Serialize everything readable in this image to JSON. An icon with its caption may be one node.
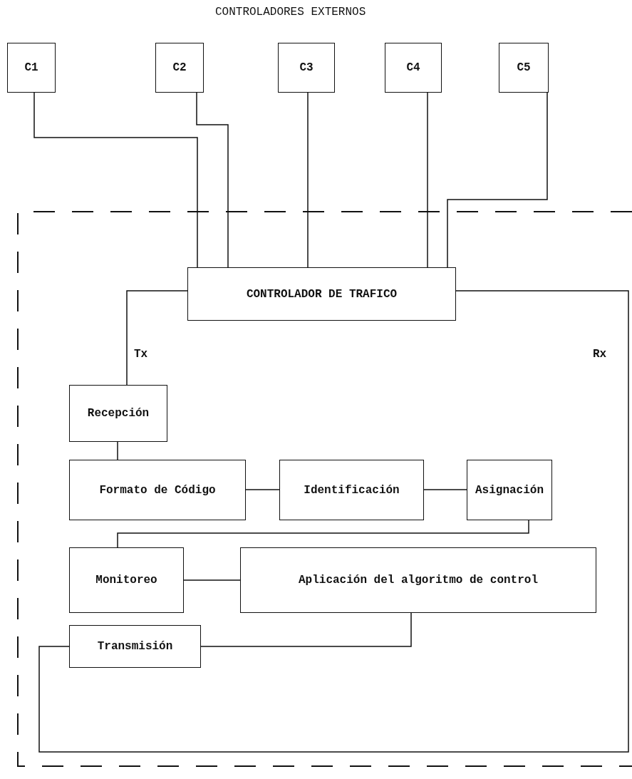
{
  "diagram": {
    "title": "CONTROLADORES EXTERNOS",
    "nodes": [
      {
        "text": [
          "C1"
        ]
      },
      {
        "text": [
          "C2"
        ]
      },
      {
        "text": [
          "C3"
        ]
      },
      {
        "text": [
          "C4"
        ]
      },
      {
        "text": [
          "C5"
        ]
      },
      {
        "text": [
          "CONTROLADOR DE TRAFICO"
        ]
      },
      {
        "text": [
          "Recepción"
        ]
      },
      {
        "text": [
          "Formato de Código"
        ]
      },
      {
        "text": [
          "Identificación"
        ]
      },
      {
        "text": [
          "Asignación"
        ]
      },
      {
        "text": [
          "Monitoreo"
        ]
      },
      {
        "text": [
          "Aplicación del algoritmo de control"
        ]
      },
      {
        "text": [
          "Transmisión"
        ]
      }
    ],
    "edges": [
      {
        "from": 0,
        "to": 5,
        "arrow": "none"
      },
      {
        "from": 1,
        "to": 5,
        "arrow": "none"
      },
      {
        "from": 2,
        "to": 5,
        "arrow": "none"
      },
      {
        "from": 3,
        "to": 5,
        "arrow": "none"
      },
      {
        "from": 4,
        "to": 5,
        "arrow": "none"
      },
      {
        "from": 5,
        "to": 6,
        "arrow": "none",
        "label": "Tx"
      },
      {
        "from": 5,
        "to": 12,
        "arrow": "none",
        "label": "Rx"
      },
      {
        "from": 6,
        "to": 7,
        "arrow": "none"
      },
      {
        "from": 7,
        "to": 8,
        "arrow": "none"
      },
      {
        "from": 8,
        "to": 9,
        "arrow": "none"
      },
      {
        "from": 9,
        "to": 10,
        "arrow": "none"
      },
      {
        "from": 10,
        "to": 11,
        "arrow": "none"
      },
      {
        "from": 11,
        "to": 12,
        "arrow": "none"
      }
    ]
  }
}
